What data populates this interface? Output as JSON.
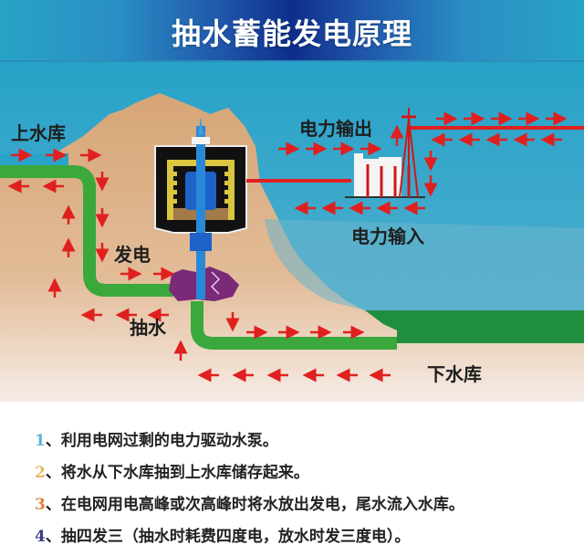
{
  "title": "抽水蓄能发电原理",
  "labels": {
    "upper_reservoir": "上水库",
    "lower_reservoir": "下水库",
    "power_output": "电力输出",
    "power_input": "电力输入",
    "generate": "发电",
    "pump": "抽水"
  },
  "colors": {
    "sky": "#27a2c8",
    "mountain": "#d7a778",
    "pipe": "#3aa83a",
    "lower_water": "#1f8f3e",
    "arrow": "#e0201f",
    "title_dark": "#0e2e8c"
  },
  "notes": [
    {
      "num": "1",
      "sep": "、",
      "text": "利用电网过剩的电力驱动水泵。",
      "color": "#5ab4d8"
    },
    {
      "num": "2",
      "sep": "、",
      "text": "将水从下水库抽到上水库储存起来。",
      "color": "#e7b860"
    },
    {
      "num": "3",
      "sep": "、",
      "text": "在电网用电高峰或次高峰时将水放出发电，尾水流入水库。",
      "color": "#e08040"
    },
    {
      "num": "4",
      "sep": "、",
      "text": "抽四发三（抽水时耗费四度电，放水时发三度电）。",
      "color": "#3a3a8a"
    }
  ]
}
